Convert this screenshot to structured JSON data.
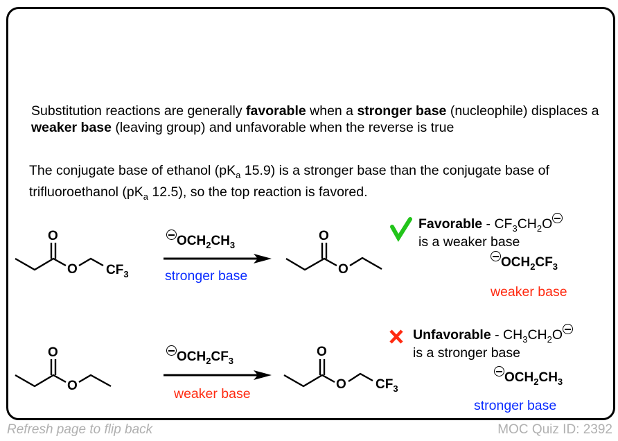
{
  "intro": {
    "p1": [
      "Substitution reactions are generally ",
      "favorable",
      " when a ",
      "stronger base",
      " (nucleophile) displaces a ",
      "weaker base",
      " (leaving group) and unfavorable when the reverse is true"
    ],
    "p2": [
      "The conjugate base of ethanol (pK",
      "a",
      " 15.9) is a stronger base than the conjugate base of trifluoroethanol (pK",
      "a",
      " 12.5), so the top reaction is favored."
    ]
  },
  "reaction_top": {
    "reactant_groups": {
      "carbonyl_o": "O",
      "ester_o": "O",
      "cf3": [
        "CF",
        "3"
      ]
    },
    "reagent": [
      "OCH",
      "2",
      "CH",
      "3"
    ],
    "reagent_label": "stronger base",
    "product_groups": {
      "carbonyl_o": "O",
      "ester_o": "O"
    },
    "verdict_icon": "check-icon",
    "verdict_title": "Favorable",
    "verdict_formula": [
      " - CF",
      "3",
      "CH",
      "2",
      "O"
    ],
    "verdict_line2": "is a weaker base",
    "leaving": [
      "OCH",
      "2",
      "CF",
      "3"
    ],
    "leaving_label": "weaker base"
  },
  "reaction_bottom": {
    "reactant_groups": {
      "carbonyl_o": "O",
      "ester_o": "O"
    },
    "reagent": [
      "OCH",
      "2",
      "CF",
      "3"
    ],
    "reagent_label": "weaker base",
    "product_groups": {
      "carbonyl_o": "O",
      "ester_o": "O",
      "cf3": [
        "CF",
        "3"
      ]
    },
    "verdict_icon": "x-icon",
    "verdict_title": "Unfavorable",
    "verdict_formula": [
      " - CH",
      "3",
      "CH",
      "2",
      "O"
    ],
    "verdict_line2": "is a stronger base",
    "leaving": [
      "OCH",
      "2",
      "CH",
      "3"
    ],
    "leaving_label": "stronger base"
  },
  "colors": {
    "strong": "#0a2cff",
    "weak": "#ff2a10",
    "check": "#22c41a",
    "cross": "#ff2a10"
  },
  "footer": {
    "left": "Refresh page to flip back",
    "right": "MOC Quiz ID: 2392"
  }
}
